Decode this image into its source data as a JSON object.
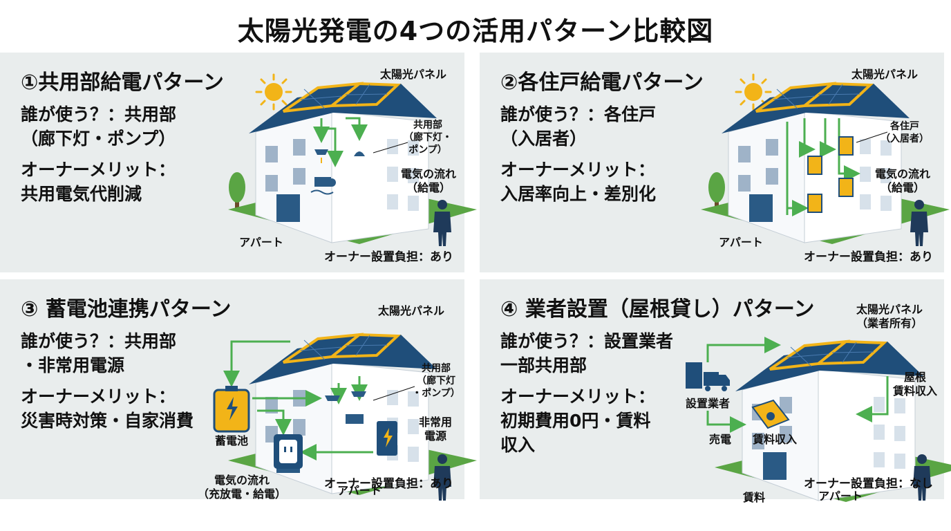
{
  "title": "太陽光発電の4つの活用パターン比較図",
  "colors": {
    "panel_bg": "#e9eded",
    "roof": "#1f4e7a",
    "solar": "#f2b418",
    "arrow": "#4caf50",
    "wall": "#ffffff",
    "window": "#9fb3c8"
  },
  "patterns": [
    {
      "title": "①共用部給電パターン",
      "who_line1": "誰が使う？：共用部",
      "who_line2": "（廊下灯・ポンプ）",
      "merit_label": "オーナーメリット：",
      "merit_line1": "共用電気代削減",
      "solar_label": "太陽光パネル",
      "target_label": "共用部\n（廊下灯・\nポンプ）",
      "flow_label": "電気の流れ\n（給電）",
      "building_label": "アパート",
      "burden": "オーナー設置負担：あり"
    },
    {
      "title": "②各住戸給電パターン",
      "who_line1": "誰が使う？：各住戸",
      "who_line2": "（入居者）",
      "merit_label": "オーナーメリット：",
      "merit_line1": "入居率向上・差別化",
      "solar_label": "太陽光パネル",
      "target_label": "各住戸\n（入居者）",
      "flow_label": "電気の流れ\n（給電）",
      "building_label": "アパート",
      "burden": "オーナー設置負担：あり"
    },
    {
      "title": "③ 蓄電池連携パターン",
      "who_line1": "誰が使う？：共用部",
      "who_line2": "・非常用電源",
      "merit_label": "オーナーメリット：",
      "merit_line1": "災害時対策・自家消費",
      "solar_label": "太陽光パネル",
      "target_label": "共用部\n（廊下灯\n・ポンプ）",
      "emergency_label": "非常用\n電源",
      "battery_label": "蓄電池",
      "flow_label": "電気の流れ\n（充放電・給電）",
      "building_label": "アパート",
      "burden": "オーナー設置負担：あり"
    },
    {
      "title": "④ 業者設置（屋根貸し）パターン",
      "who_line1": "誰が使う？：設置業者",
      "who_line2": "一部共用部",
      "merit_label": "オーナーメリット：",
      "merit_line1": "初期費用0円・賃料",
      "merit_line2": "収入",
      "solar_label": "太陽光パネル\n（業者所有）",
      "company_label": "設置業者",
      "sell_label": "売電",
      "rent_income_label": "賃料収入",
      "roof_rent_label": "屋根\n賃料収入",
      "rent_label": "賃料",
      "building_label": "アパート",
      "burden": "オーナー設置負担：なし"
    }
  ]
}
